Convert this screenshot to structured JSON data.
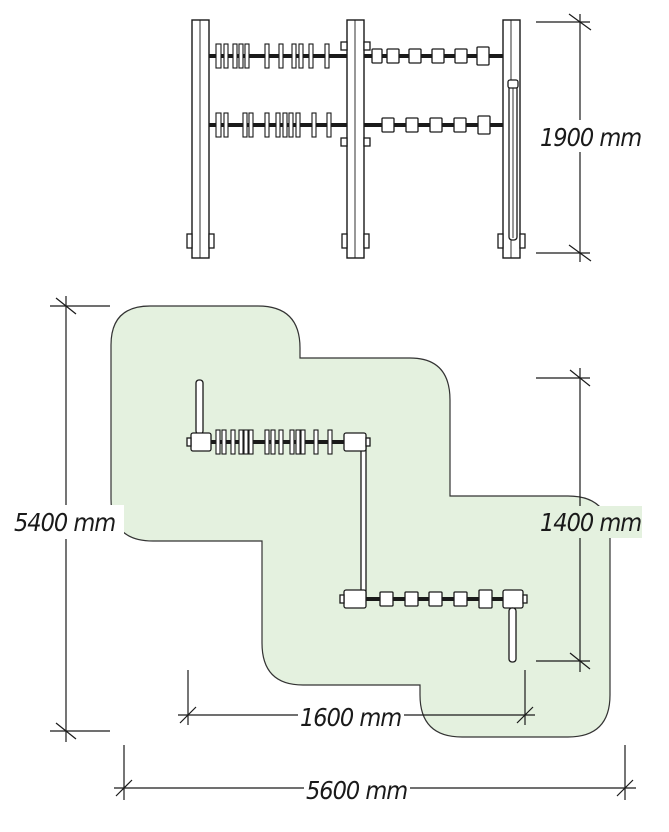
{
  "diagram": {
    "elevation_height_label": "1900 mm",
    "plan_depth_label": "5400 mm",
    "plan_width_label": "5600 mm",
    "module_length_label": "1600 mm",
    "module_offset_label": "1400 mm",
    "colors": {
      "safety_zone": "#e4f1df",
      "line": "#1a1a1a"
    }
  }
}
